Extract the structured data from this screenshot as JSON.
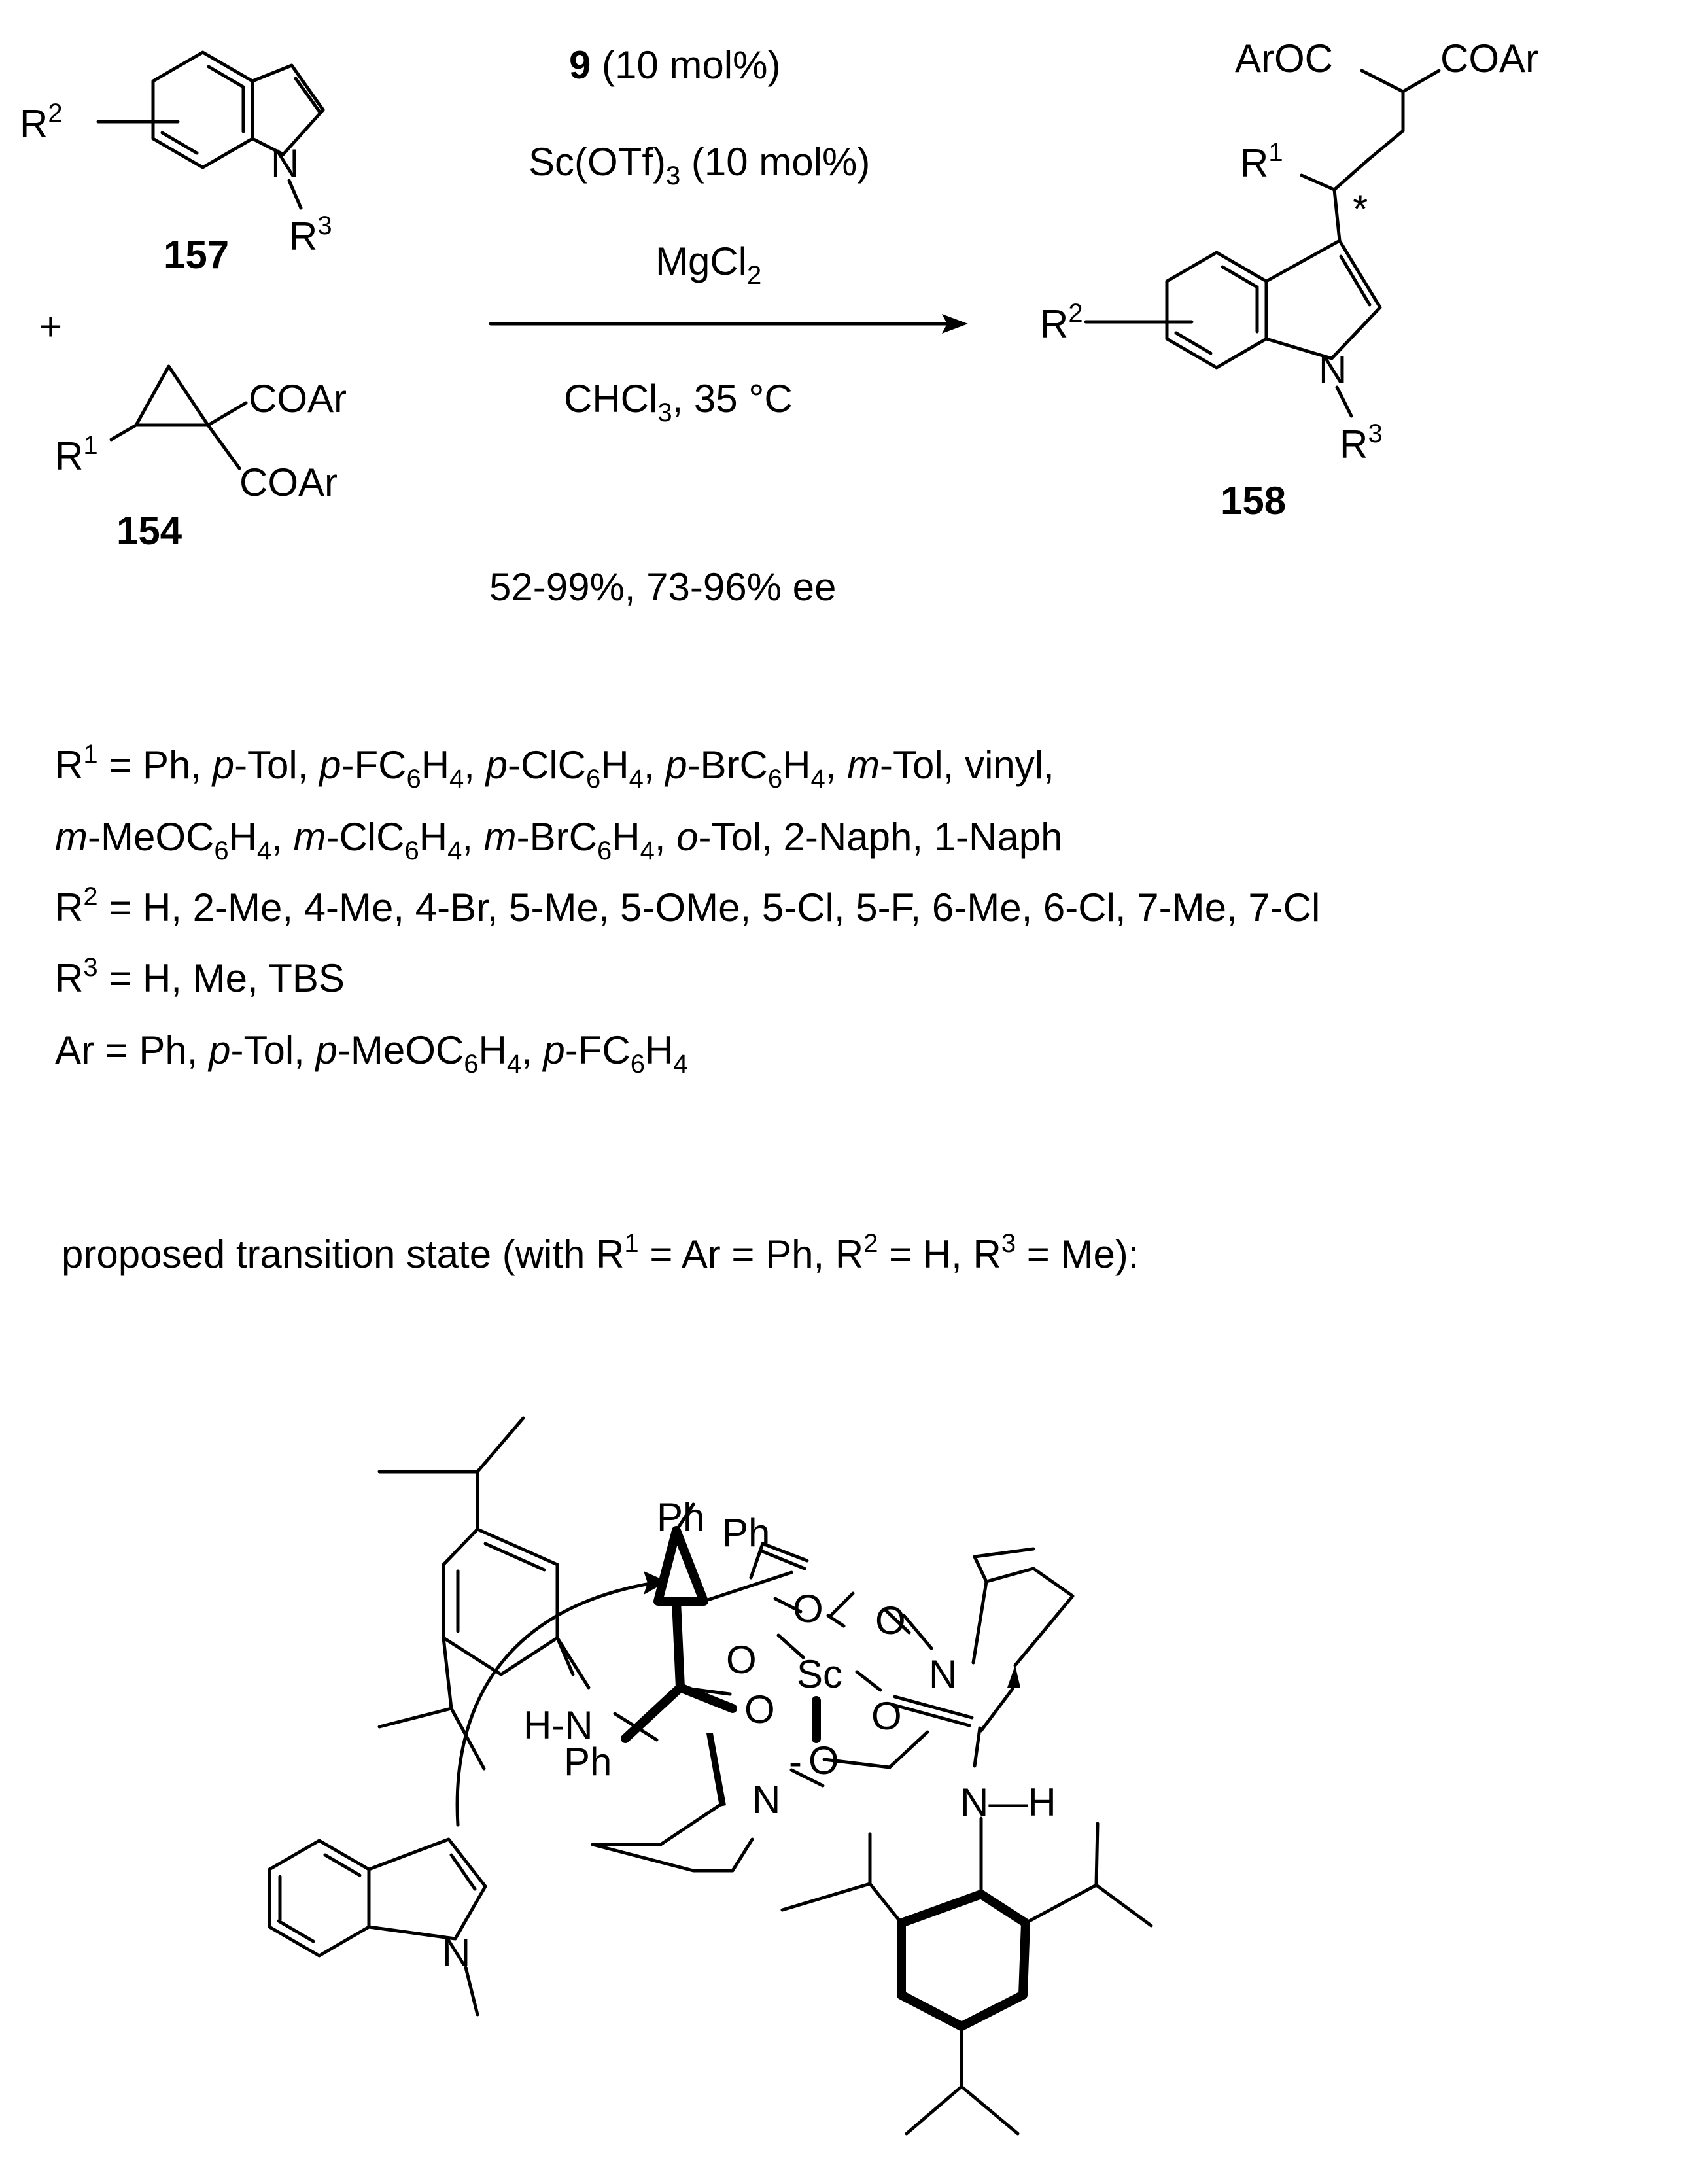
{
  "reaction": {
    "reactant_indole": {
      "number": "157",
      "substituents": {
        "r2": "R",
        "r2_sup": "2",
        "n": "N",
        "r3": "R",
        "r3_sup": "3"
      }
    },
    "plus": "+",
    "reactant_cyclopropane": {
      "number": "154",
      "labels": {
        "coar_top": "COAr",
        "coar_bottom": "COAr",
        "r1": "R",
        "r1_sup": "1"
      }
    },
    "conditions": {
      "catalyst_number": "9",
      "catalyst_load": " (10 mol%)",
      "lewis_acid": "Sc(OTf)",
      "lewis_acid_sub": "3",
      "lewis_acid_load": " (10 mol%)",
      "additive": "MgCl",
      "additive_sub": "2",
      "solvent": "CHCl",
      "solvent_sub": "3",
      "solvent_temp": ", 35 °C",
      "yield": "52-99%, 73-96% ee"
    },
    "product": {
      "number": "158",
      "labels": {
        "aroc": "ArOC",
        "coar": "COAr",
        "r1": "R",
        "r1_sup": "1",
        "star": "*",
        "r2": "R",
        "r2_sup": "2",
        "n": "N",
        "r3": "R",
        "r3_sup": "3"
      }
    }
  },
  "scope": {
    "r1_line1": [
      {
        "t": "R"
      },
      {
        "t": "1",
        "s": "sup"
      },
      {
        "t": " = Ph, "
      },
      {
        "t": "p",
        "s": "i"
      },
      {
        "t": "-Tol, "
      },
      {
        "t": "p",
        "s": "i"
      },
      {
        "t": "-FC"
      },
      {
        "t": "6",
        "s": "sub"
      },
      {
        "t": "H"
      },
      {
        "t": "4",
        "s": "sub"
      },
      {
        "t": ", "
      },
      {
        "t": "p",
        "s": "i"
      },
      {
        "t": "-ClC"
      },
      {
        "t": "6",
        "s": "sub"
      },
      {
        "t": "H"
      },
      {
        "t": "4",
        "s": "sub"
      },
      {
        "t": ", "
      },
      {
        "t": "p",
        "s": "i"
      },
      {
        "t": "-BrC"
      },
      {
        "t": "6",
        "s": "sub"
      },
      {
        "t": "H"
      },
      {
        "t": "4",
        "s": "sub"
      },
      {
        "t": ", "
      },
      {
        "t": "m",
        "s": "i"
      },
      {
        "t": "-Tol, vinyl,"
      }
    ],
    "r1_line2": [
      {
        "t": "m",
        "s": "i"
      },
      {
        "t": "-MeOC"
      },
      {
        "t": "6",
        "s": "sub"
      },
      {
        "t": "H"
      },
      {
        "t": "4",
        "s": "sub"
      },
      {
        "t": ", "
      },
      {
        "t": "m",
        "s": "i"
      },
      {
        "t": "-ClC"
      },
      {
        "t": "6",
        "s": "sub"
      },
      {
        "t": "H"
      },
      {
        "t": "4",
        "s": "sub"
      },
      {
        "t": ", "
      },
      {
        "t": "m",
        "s": "i"
      },
      {
        "t": "-BrC"
      },
      {
        "t": "6",
        "s": "sub"
      },
      {
        "t": "H"
      },
      {
        "t": "4",
        "s": "sub"
      },
      {
        "t": ", "
      },
      {
        "t": "o",
        "s": "i"
      },
      {
        "t": "-Tol, 2-Naph, 1-Naph"
      }
    ],
    "r2_line": [
      {
        "t": "R"
      },
      {
        "t": "2",
        "s": "sup"
      },
      {
        "t": " = H, 2-Me, 4-Me, 4-Br, 5-Me, 5-OMe, 5-Cl, 5-F, 6-Me, 6-Cl, 7-Me, 7-Cl"
      }
    ],
    "r3_line": [
      {
        "t": "R"
      },
      {
        "t": "3",
        "s": "sup"
      },
      {
        "t": " = H, Me, TBS"
      }
    ],
    "ar_line": [
      {
        "t": "Ar = Ph, "
      },
      {
        "t": "p",
        "s": "i"
      },
      {
        "t": "-Tol, "
      },
      {
        "t": "p",
        "s": "i"
      },
      {
        "t": "-MeOC"
      },
      {
        "t": "6",
        "s": "sub"
      },
      {
        "t": "H"
      },
      {
        "t": "4",
        "s": "sub"
      },
      {
        "t": ", "
      },
      {
        "t": "p",
        "s": "i"
      },
      {
        "t": "-FC"
      },
      {
        "t": "6",
        "s": "sub"
      },
      {
        "t": "H"
      },
      {
        "t": "4",
        "s": "sub"
      }
    ]
  },
  "transition_state": {
    "caption": [
      {
        "t": "proposed transition state (with R"
      },
      {
        "t": "1",
        "s": "sup"
      },
      {
        "t": " = Ar = Ph, R"
      },
      {
        "t": "2",
        "s": "sup"
      },
      {
        "t": " = H, R"
      },
      {
        "t": "3",
        "s": "sup"
      },
      {
        "t": " = Me):"
      }
    ],
    "labels": {
      "ph_top": "Ph",
      "ph_carbonyl": "Ph",
      "ph_lower": "Ph",
      "o_top": "O",
      "o_left_upper": "O",
      "o_left_lower": "O",
      "o_right_upper": "O",
      "o_right_lower": "O",
      "o_bottom": "O",
      "sc": "Sc",
      "n_right": "N",
      "n_left": "N",
      "hn_left": "H-N",
      "nh_right": "N—H",
      "indole_n": "N",
      "minus": "-"
    }
  }
}
